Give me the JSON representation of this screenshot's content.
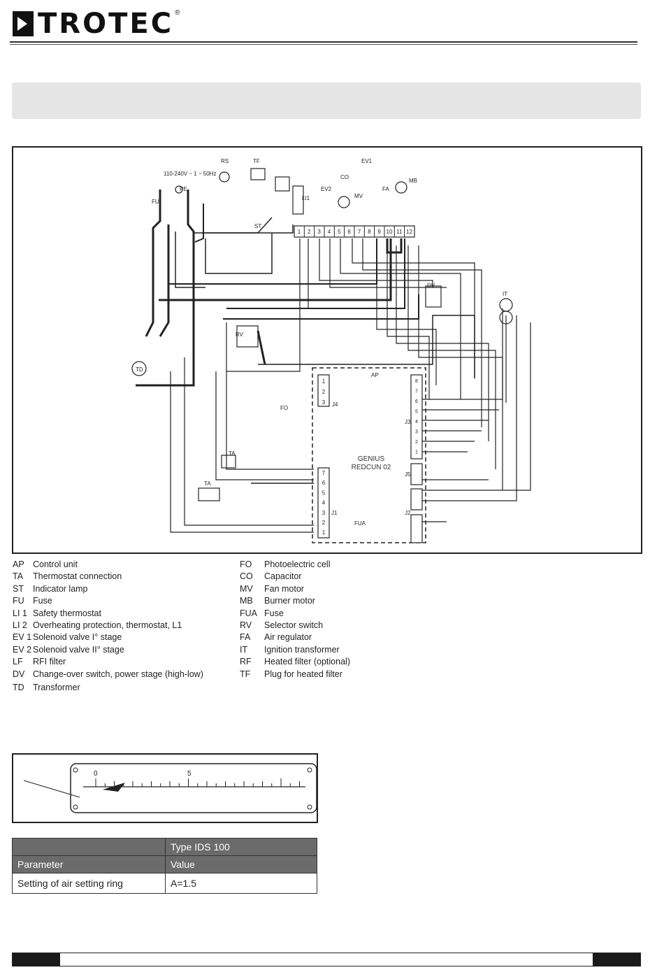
{
  "header": {
    "brand": "TROTEC",
    "registered": "®"
  },
  "diagram": {
    "labels": {
      "rs": "RS",
      "tf": "TF",
      "voltage": "110-240V ~ 1 ~ 50Hz",
      "pe": "PE",
      "ev1": "EV1",
      "ev2": "EV2",
      "co": "CO",
      "mv": "MV",
      "fa": "FA",
      "mb": "MB",
      "li1": "LI1",
      "fu": "FU",
      "st": "ST",
      "dv": "DV",
      "rv": "RV",
      "td": "TD",
      "it": "IT",
      "fo": "FO",
      "ap": "AP",
      "fua": "FUA",
      "ta1": "TA",
      "ta2": "TA",
      "control_unit_line1": "GENIUS",
      "control_unit_line2": "REDCUN 02",
      "j4": "J4",
      "j1": "J1",
      "j3": "J3",
      "j5": "J5",
      "j2": "J2"
    },
    "terminal_numbers": [
      "1",
      "2",
      "3",
      "4",
      "5",
      "6",
      "7",
      "8",
      "9",
      "10",
      "11",
      "12"
    ],
    "left_connector_pins": [
      "7",
      "6",
      "5",
      "4",
      "3",
      "2",
      "1"
    ],
    "j4_pins": [
      "1",
      "2",
      "3"
    ],
    "right_connector_pins": [
      "8",
      "7",
      "6",
      "5",
      "4",
      "3",
      "2",
      "1"
    ]
  },
  "legend": {
    "left": [
      {
        "code": "AP",
        "text": "Control unit"
      },
      {
        "code": "TA",
        "text": "Thermostat connection"
      },
      {
        "code": "ST",
        "text": "Indicator lamp"
      },
      {
        "code": "FU",
        "text": "Fuse"
      },
      {
        "code": "LI 1",
        "text": "Safety thermostat"
      },
      {
        "code": "LI 2",
        "text": "Overheating protection, thermostat, L1"
      },
      {
        "code": "EV 1",
        "text": "Solenoid valve I° stage"
      },
      {
        "code": "EV 2",
        "text": "Solenoid valve II° stage"
      },
      {
        "code": "LF",
        "text": "RFI filter"
      },
      {
        "code": "DV",
        "text": "Change-over switch, power stage (high-low)"
      },
      {
        "code": "TD",
        "text": "Transformer"
      }
    ],
    "right": [
      {
        "code": "FO",
        "text": "Photoelectric cell"
      },
      {
        "code": "CO",
        "text": "Capacitor"
      },
      {
        "code": "MV",
        "text": "Fan motor"
      },
      {
        "code": "MB",
        "text": "Burner motor"
      },
      {
        "code": "FUA",
        "text": "Fuse"
      },
      {
        "code": "RV",
        "text": "Selector switch"
      },
      {
        "code": "FA",
        "text": "Air regulator"
      },
      {
        "code": "IT",
        "text": "Ignition transformer"
      },
      {
        "code": "RF",
        "text": "Heated filter (optional)"
      },
      {
        "code": "TF",
        "text": "Plug for heated filter"
      }
    ]
  },
  "air_scale": {
    "label_0": "0",
    "label_5": "5",
    "setting": 1.5
  },
  "spec_table": {
    "type_header": "Type IDS 100",
    "param_header": "Parameter",
    "value_header": "Value",
    "row_param": "Setting of air setting ring",
    "row_value": "A=1.5"
  },
  "colors": {
    "table_header_bg": "#6b6b6b",
    "banner_bg": "#e5e5e5",
    "line": "#222222"
  }
}
